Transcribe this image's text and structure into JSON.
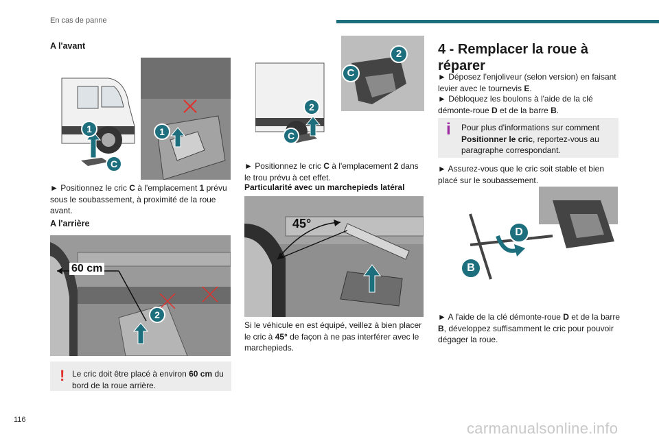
{
  "header": {
    "section": "En cas de panne",
    "accent_color": "#1d6f7d"
  },
  "page_number": "116",
  "watermark": "carmanualsonline.info",
  "col1": {
    "title_front": "A l'avant",
    "fig1_labels": [
      "1",
      "C",
      "1"
    ],
    "step_front": {
      "pre": "► Positionnez le cric ",
      "c": "C",
      "mid": " à l'emplacement ",
      "n": "1",
      "post": " prévu sous le soubassement, à proximité de la roue avant."
    },
    "title_rear": "A l'arrière",
    "fig2_labels": {
      "distance": "60 cm",
      "point": "2"
    },
    "warning": {
      "icon": "!",
      "pre": "Le cric doit être placé à environ ",
      "bold": "60 cm",
      "post": " du bord de la roue arrière."
    }
  },
  "col2": {
    "fig3_labels": [
      "2",
      "C",
      "2",
      "C"
    ],
    "step_rear": {
      "pre": "► Positionnez le cric ",
      "c": "C",
      "mid": " à l'emplacement ",
      "n": "2",
      "post": " dans le trou prévu à cet effet."
    },
    "title_step": "Particularité avec un marchepieds latéral",
    "fig4_labels": {
      "angle": "45°"
    },
    "para": {
      "pre": "Si le véhicule en est équipé, veillez à bien placer le cric à ",
      "bold": "45°",
      "post": " de façon à ne pas interférer avec le marchepieds."
    }
  },
  "col3": {
    "title": "4 - Remplacer la roue à réparer",
    "step1": {
      "pre": "► Déposez l'enjoliveur (selon version) en faisant levier avec le tournevis ",
      "b": "E",
      "post": "."
    },
    "step2": {
      "pre": "► Débloquez les boulons à l'aide de la clé démonte-roue ",
      "b1": "D",
      "mid": " et de la barre ",
      "b2": "B",
      "post": "."
    },
    "info": {
      "icon": "i",
      "pre": "Pour plus d'informations sur comment ",
      "bold": "Positionner le cric",
      "post": ", reportez-vous au paragraphe correspondant."
    },
    "step3": "► Assurez-vous que le cric soit stable et bien placé sur le soubassement.",
    "fig5_labels": [
      "D",
      "B"
    ],
    "step4": {
      "pre": "► A l'aide de la clé démonte-roue ",
      "b1": "D",
      "mid": " et de la barre ",
      "b2": "B",
      "post": ", développez suffisamment le cric pour pouvoir dégager la roue."
    }
  },
  "colors": {
    "badge": "#1d6f7d",
    "arrow": "#1d6f7d",
    "warning": "#e0312d",
    "info": "#9b2aa0",
    "callout_bg": "#ececec"
  }
}
